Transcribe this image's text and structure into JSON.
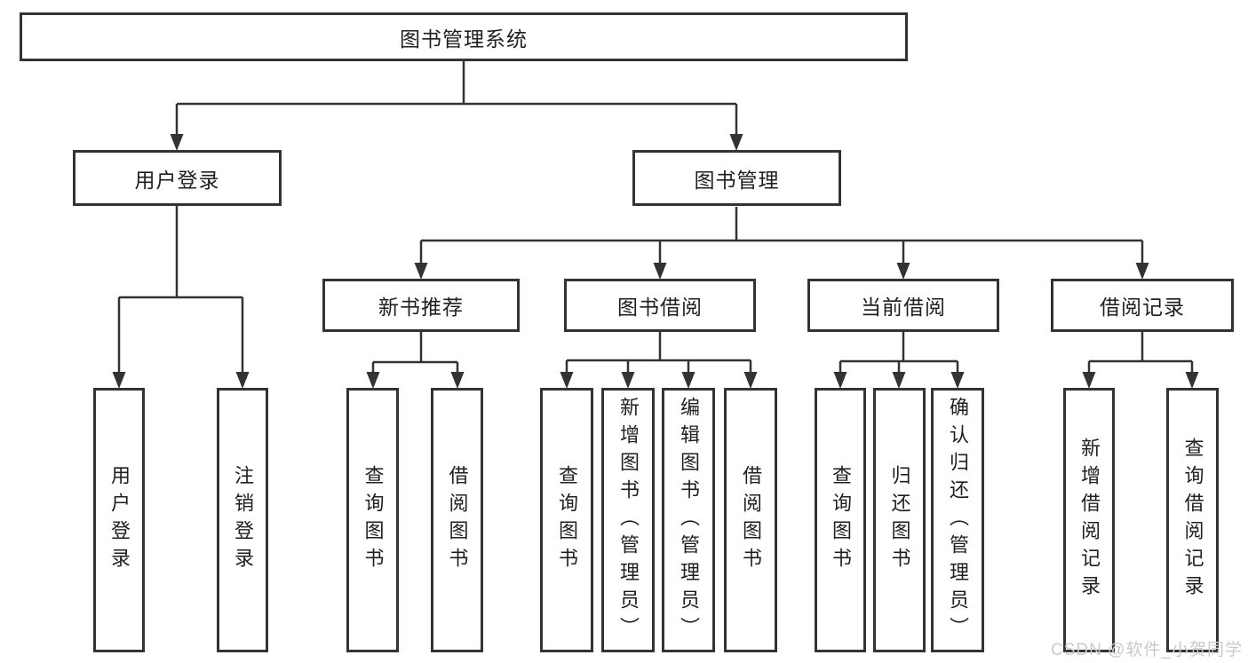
{
  "diagram": {
    "tree": {
      "label": "图书管理系统",
      "children": [
        {
          "label": "用户登录",
          "children": [
            {
              "label": "用户登录"
            },
            {
              "label": "注销登录"
            }
          ]
        },
        {
          "label": "图书管理",
          "children": [
            {
              "label": "新书推荐",
              "children": [
                {
                  "label": "查询图书"
                },
                {
                  "label": "借阅图书"
                }
              ]
            },
            {
              "label": "图书借阅",
              "children": [
                {
                  "label": "查询图书"
                },
                {
                  "label": "新增图书（管理员）"
                },
                {
                  "label": "编辑图书（管理员）"
                },
                {
                  "label": "借阅图书"
                }
              ]
            },
            {
              "label": "当前借阅",
              "children": [
                {
                  "label": "查询图书"
                },
                {
                  "label": "归还图书"
                },
                {
                  "label": "确认归还（管理员）"
                }
              ]
            },
            {
              "label": "借阅记录",
              "children": [
                {
                  "label": "新增借阅记录"
                },
                {
                  "label": "查询借阅记录"
                }
              ]
            }
          ]
        }
      ]
    },
    "watermark": "CSDN @软件_小贺同学",
    "colors": {
      "line": "#333333",
      "box_border": "#333333",
      "background": "#ffffff",
      "text": "#1f1f1f",
      "watermark": "#c9c9cf"
    }
  }
}
